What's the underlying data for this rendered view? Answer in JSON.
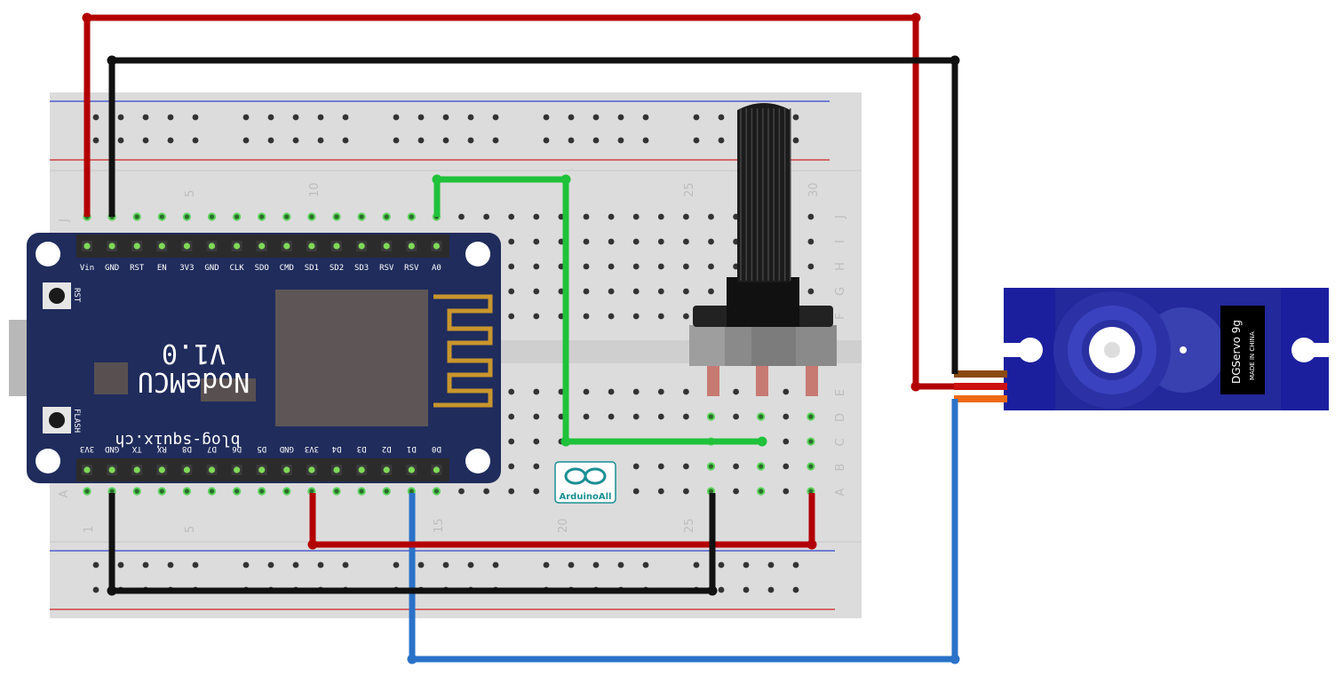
{
  "breadboard": {
    "top_numbers": [
      "5",
      "10",
      "25",
      "30"
    ],
    "bottom_numbers": [
      "1",
      "5",
      "15",
      "20",
      "25"
    ],
    "row_letters_right_top": [
      "J",
      "I",
      "H",
      "G",
      "F"
    ],
    "row_letters_right_bottom": [
      "E",
      "D",
      "C",
      "B",
      "A"
    ],
    "row_letter_left_top": "J",
    "row_letter_left_bottom": "A"
  },
  "nodemcu": {
    "title": "NodeMCU",
    "version": "V1.0",
    "website": "blog-squix.ch",
    "top_pins": [
      "Vin",
      "GND",
      "RST",
      "EN",
      "3V3",
      "GND",
      "CLK",
      "SDO",
      "CMD",
      "SD1",
      "SD2",
      "SD3",
      "RSV",
      "RSV",
      "A0"
    ],
    "bottom_pins": [
      "3V3",
      "GND",
      "TX",
      "RX",
      "D8",
      "D7",
      "D6",
      "D5",
      "GND",
      "3V3",
      "D4",
      "D3",
      "D2",
      "D1",
      "D0"
    ],
    "rst_label": "RST",
    "flash_label": "FLASH"
  },
  "servo": {
    "model": "DGServo 9g",
    "origin": "MADE IN CHINA"
  },
  "logo": {
    "text": "ArduinoAll"
  },
  "colors": {
    "wire_red": "#b30000",
    "wire_black": "#111111",
    "wire_green": "#1fc23a",
    "wire_blue": "#2a72c8",
    "board_blue": "#1f2c5c",
    "servo_blue": "#1b1f9e",
    "breadboard": "#dcdcdc"
  }
}
